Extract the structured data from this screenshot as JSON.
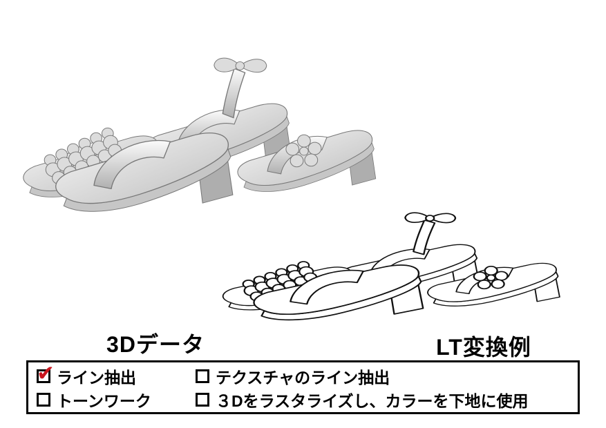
{
  "captions": {
    "left": "3Dデータ",
    "right": "LT変換例"
  },
  "options": {
    "check_icon": "✔",
    "items": [
      {
        "label": "ライン抽出",
        "checked": true
      },
      {
        "label": "テクスチャのライン抽出",
        "checked": false
      },
      {
        "label": "トーンワーク",
        "checked": false
      },
      {
        "label": "３Dをラスタライズし、カラーを下地に使用",
        "checked": false
      }
    ]
  },
  "colors": {
    "background": "#ffffff",
    "outline": "#000000",
    "check": "#c9151e",
    "render_gray": "#c6c6c6"
  }
}
